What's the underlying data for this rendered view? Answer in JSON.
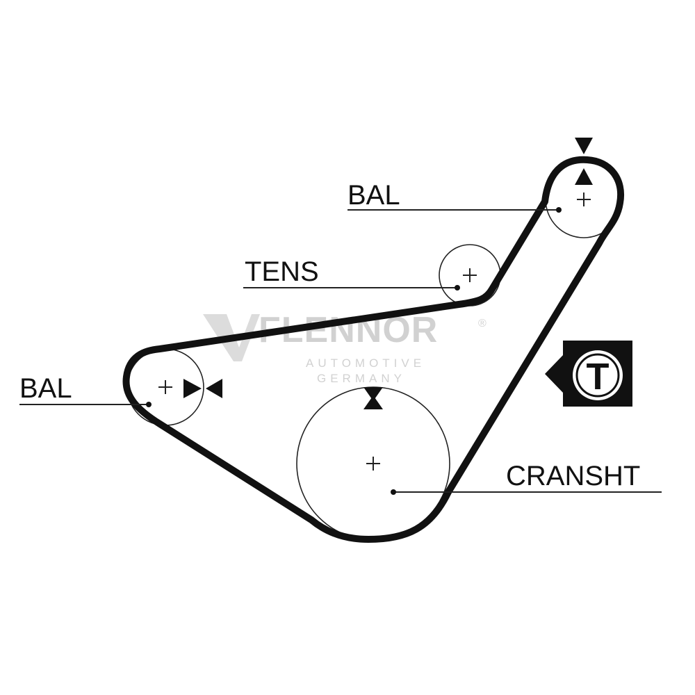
{
  "labels": {
    "bal_top": "BAL",
    "tens": "TENS",
    "bal_left": "BAL",
    "cranshaft": "CRANSHT",
    "timing_mark": "T"
  },
  "watermark": {
    "brand": "FLENNOR",
    "registered": "®",
    "line1": "AUTOMOTIVE",
    "line2": "GERMANY"
  },
  "colors": {
    "ink": "#111111",
    "watermark": "#9a9a9a",
    "background": "#ffffff"
  }
}
